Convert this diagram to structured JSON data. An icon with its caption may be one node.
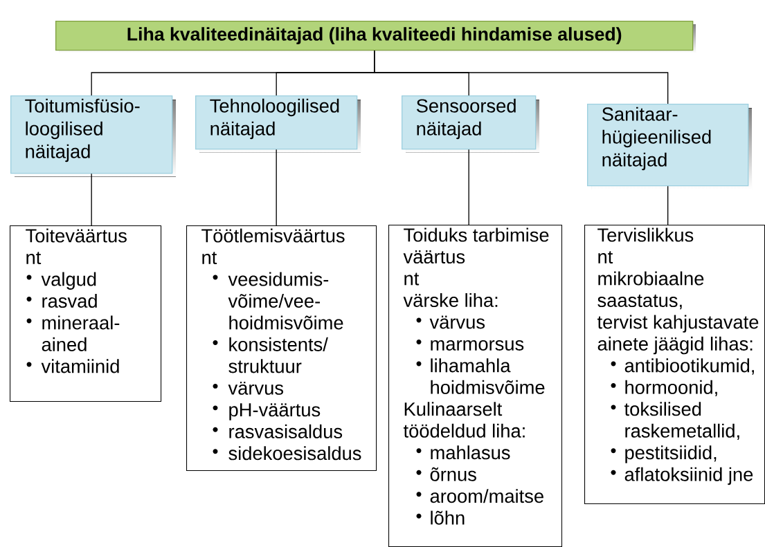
{
  "diagram": {
    "nodes": [
      {
        "text": [
          "Liha kvaliteedinäitajad (liha kvaliteedi hindamise alused)"
        ]
      },
      {
        "text": [
          "Toitumisfüsio- loogilised näitajad"
        ]
      },
      {
        "text": [
          "Tehnoloogilised näitajad"
        ]
      },
      {
        "text": [
          "Sensoorsed näitajad"
        ]
      },
      {
        "text": [
          "Sanitaar- hügieenilised näitajad"
        ]
      },
      {
        "text": [
          "Toiteväärtus nt",
          "valgud",
          "rasvad",
          "mineraal- ained",
          "vitamiinid"
        ]
      },
      {
        "text": [
          "Töötlemisväärtus nt",
          "veesidumis- võime/vee- hoidmisvõime",
          "konsistents/ struktuur",
          "värvus",
          "pH-väärtus",
          "rasvasisaldus",
          "sidekoesisaldus"
        ]
      },
      {
        "text": [
          "Toiduks tarbimise väärtus",
          "nt",
          "värske liha:",
          "värvus",
          "marmorsus",
          "lihamahla hoidmisvõime",
          "Kulinaarselt töödeldud liha:",
          "mahlasus",
          "õrnus",
          "aroom/maitse",
          "lõhn"
        ]
      },
      {
        "text": [
          "Tervislikkus",
          "nt",
          "mikrobiaalne saastatus,",
          "tervist kahjustavate ainete jäägid lihas:",
          "antibiootikumid,",
          "hormoonid,",
          "toksilised raskemetallid,",
          "pestitsiidid,",
          "aflatoksiinid jne"
        ]
      }
    ],
    "edges": [
      {
        "from": 0,
        "to": 1,
        "arrow": "none"
      },
      {
        "from": 0,
        "to": 2,
        "arrow": "none"
      },
      {
        "from": 0,
        "to": 3,
        "arrow": "none"
      },
      {
        "from": 0,
        "to": 4,
        "arrow": "none"
      },
      {
        "from": 1,
        "to": 5,
        "arrow": "none"
      },
      {
        "from": 2,
        "to": 6,
        "arrow": "none"
      },
      {
        "from": 3,
        "to": 7,
        "arrow": "none"
      },
      {
        "from": 4,
        "to": 8,
        "arrow": "none"
      }
    ]
  }
}
